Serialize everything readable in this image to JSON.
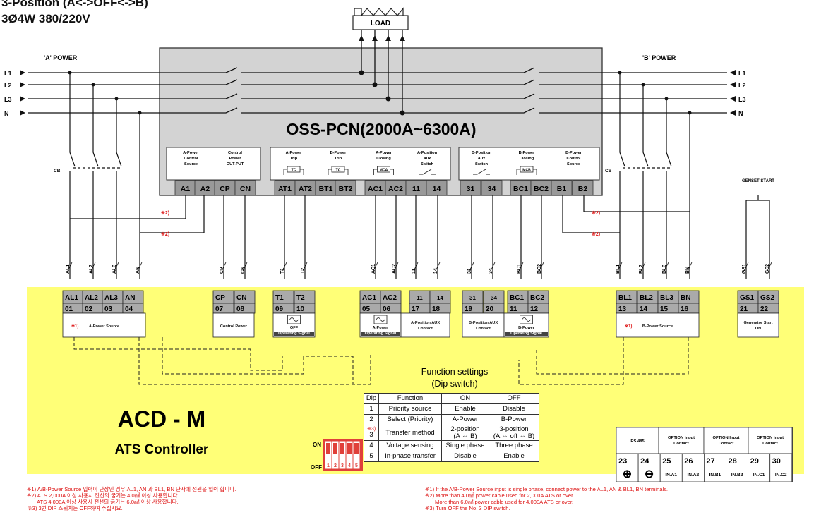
{
  "header": {
    "line1": "3-Position (A<->OFF<->B)",
    "line2": "3Ø4W 380/220V"
  },
  "load_label": "LOAD",
  "a_power": "'A' POWER",
  "b_power": "'B' POWER",
  "phases": [
    "L1",
    "L2",
    "L3",
    "N"
  ],
  "cb": "CB",
  "genset": "GENSET START",
  "panel_title": "OSS-PCN(2000A~6300A)",
  "panel_groups": [
    {
      "label": "A-Power Control Source"
    },
    {
      "label": "Control Power OUT-PUT"
    },
    {
      "label": "A-Power Trip",
      "coil": "TC"
    },
    {
      "label": "B-Power Trip",
      "coil": "TC"
    },
    {
      "label": "A-Power Closing",
      "coil": "MCA"
    },
    {
      "label": "A-Position Aux Switch"
    },
    {
      "label": "B-Position Aux Switch"
    },
    {
      "label": "B-Power Closing",
      "coil": "MCB"
    },
    {
      "label": "B-Power Control Source"
    }
  ],
  "panel_terminals": [
    "A1",
    "A2",
    "CP",
    "CN",
    "AT1",
    "AT2",
    "BT1",
    "BT2",
    "AC1",
    "AC2",
    "11",
    "14",
    "31",
    "34",
    "BC1",
    "BC2",
    "B1",
    "B2"
  ],
  "note2_marks": [
    "※2)",
    "※2)",
    "※2)",
    "※2)"
  ],
  "wire_labels": [
    "AL1",
    "AL2",
    "AL3",
    "AN",
    "CP",
    "CN",
    "T1",
    "T2",
    "AC1",
    "AC2",
    "11",
    "14",
    "31",
    "34",
    "BC1",
    "BC2",
    "BL1",
    "BL2",
    "BL3",
    "BN",
    "GS1",
    "GS2"
  ],
  "ctrl_terminals": [
    {
      "top": "AL1",
      "num": "01"
    },
    {
      "top": "AL2",
      "num": "02"
    },
    {
      "top": "AL3",
      "num": "03"
    },
    {
      "top": "AN",
      "num": "04"
    },
    {
      "top": "CP",
      "num": "07"
    },
    {
      "top": "CN",
      "num": "08"
    },
    {
      "top": "T1",
      "num": "09"
    },
    {
      "top": "T2",
      "num": "10"
    },
    {
      "top": "AC1",
      "num": "05"
    },
    {
      "top": "AC2",
      "num": "06"
    },
    {
      "top": "11",
      "num": "17"
    },
    {
      "top": "14",
      "num": "18"
    },
    {
      "top": "31",
      "num": "19"
    },
    {
      "top": "34",
      "num": "20"
    },
    {
      "top": "BC1",
      "num": "11"
    },
    {
      "top": "BC2",
      "num": "12"
    },
    {
      "top": "BL1",
      "num": "13"
    },
    {
      "top": "BL2",
      "num": "14"
    },
    {
      "top": "BL3",
      "num": "15"
    },
    {
      "top": "BN",
      "num": "16"
    },
    {
      "top": "GS1",
      "num": "21"
    },
    {
      "top": "GS2",
      "num": "22"
    }
  ],
  "ctrl_boxes": [
    {
      "mark": "※1)",
      "text": "A-Power Source"
    },
    {
      "text": "Control Power"
    },
    {
      "text": "OFF Operating Signal"
    },
    {
      "text": "A-Power Operating Signal"
    },
    {
      "text": "A-Position AUX Contact"
    },
    {
      "text": "B-Position AUX Contact"
    },
    {
      "text": "B-Power Operating Signal"
    },
    {
      "mark": "※1)",
      "text": "B-Power Source"
    },
    {
      "text": "Generator Start ON"
    }
  ],
  "function_title": "Function settings",
  "function_subtitle": "(Dip switch)",
  "dip_table": {
    "headers": [
      "Dip",
      "Function",
      "ON",
      "OFF"
    ],
    "rows": [
      {
        "dip": "1",
        "func": "Priority source",
        "on": "Enable",
        "off": "Disable"
      },
      {
        "dip": "2",
        "func": "Select (Priority)",
        "on": "A-Power",
        "off": "B-Power"
      },
      {
        "mark": "※3)",
        "dip": "3",
        "func": "Transfer method",
        "on": "2-position (A ⇔ B)",
        "off": "3-position (A ⇔ off ⇔ B)"
      },
      {
        "dip": "4",
        "func": "Voltage sensing",
        "on": "Single phase",
        "off": "Three phase"
      },
      {
        "dip": "5",
        "func": "In-phase transfer",
        "on": "Disable",
        "off": "Enable"
      }
    ]
  },
  "product": {
    "name": "ACD - M",
    "subtitle": "ATS Controller"
  },
  "dip_switch": {
    "on": "ON",
    "off": "OFF",
    "numbers": [
      "1",
      "2",
      "3",
      "4",
      "5"
    ],
    "positions": [
      "on",
      "on",
      "on",
      "on",
      "on"
    ]
  },
  "option_panel": {
    "headers": [
      "RS 485",
      "OPTION Input Contact",
      "OPTION Input Contact",
      "OPTION Input Contact"
    ],
    "numbers": [
      "23",
      "24",
      "25",
      "26",
      "27",
      "28",
      "29",
      "30"
    ],
    "labels": [
      "⊕",
      "⊖",
      "IN.A1",
      "IN.A2",
      "IN.B1",
      "IN.B2",
      "IN.C1",
      "IN.C2"
    ]
  },
  "notes_kr": [
    "※1) A/B-Power Source 입력이 단상인 경우 AL1, AN 과 BL1, BN 단자에 전원을 입력 합니다.",
    "※2) ATS 2,000A 이상 사용시 전선의 굵기는 4.0㎟ 이상 사용합니다.",
    "ATS 4,000A 이상 사용시 전선의 굵기는 6.0㎟ 이상 사용합니다.",
    "※3) 3번 DIP 스위치는 OFF하여 주십시요."
  ],
  "notes_en": [
    "※1) If the A/B-Power Source input is single phase, connect power to the AL1, AN & BL1, BN terminals.",
    "※2) More than 4.0㎟ power cable used for 2,000A ATS or over.",
    "More than 6.0㎟ power cable used for 4,000A ATS or over.",
    "※3) Turn OFF the No. 3 DIP switch."
  ],
  "colors": {
    "panel": "#d3d3d3",
    "terminal": "#999999",
    "controller": "#ffff77",
    "note": "#dd1111",
    "dip_red": "#e0403a"
  }
}
